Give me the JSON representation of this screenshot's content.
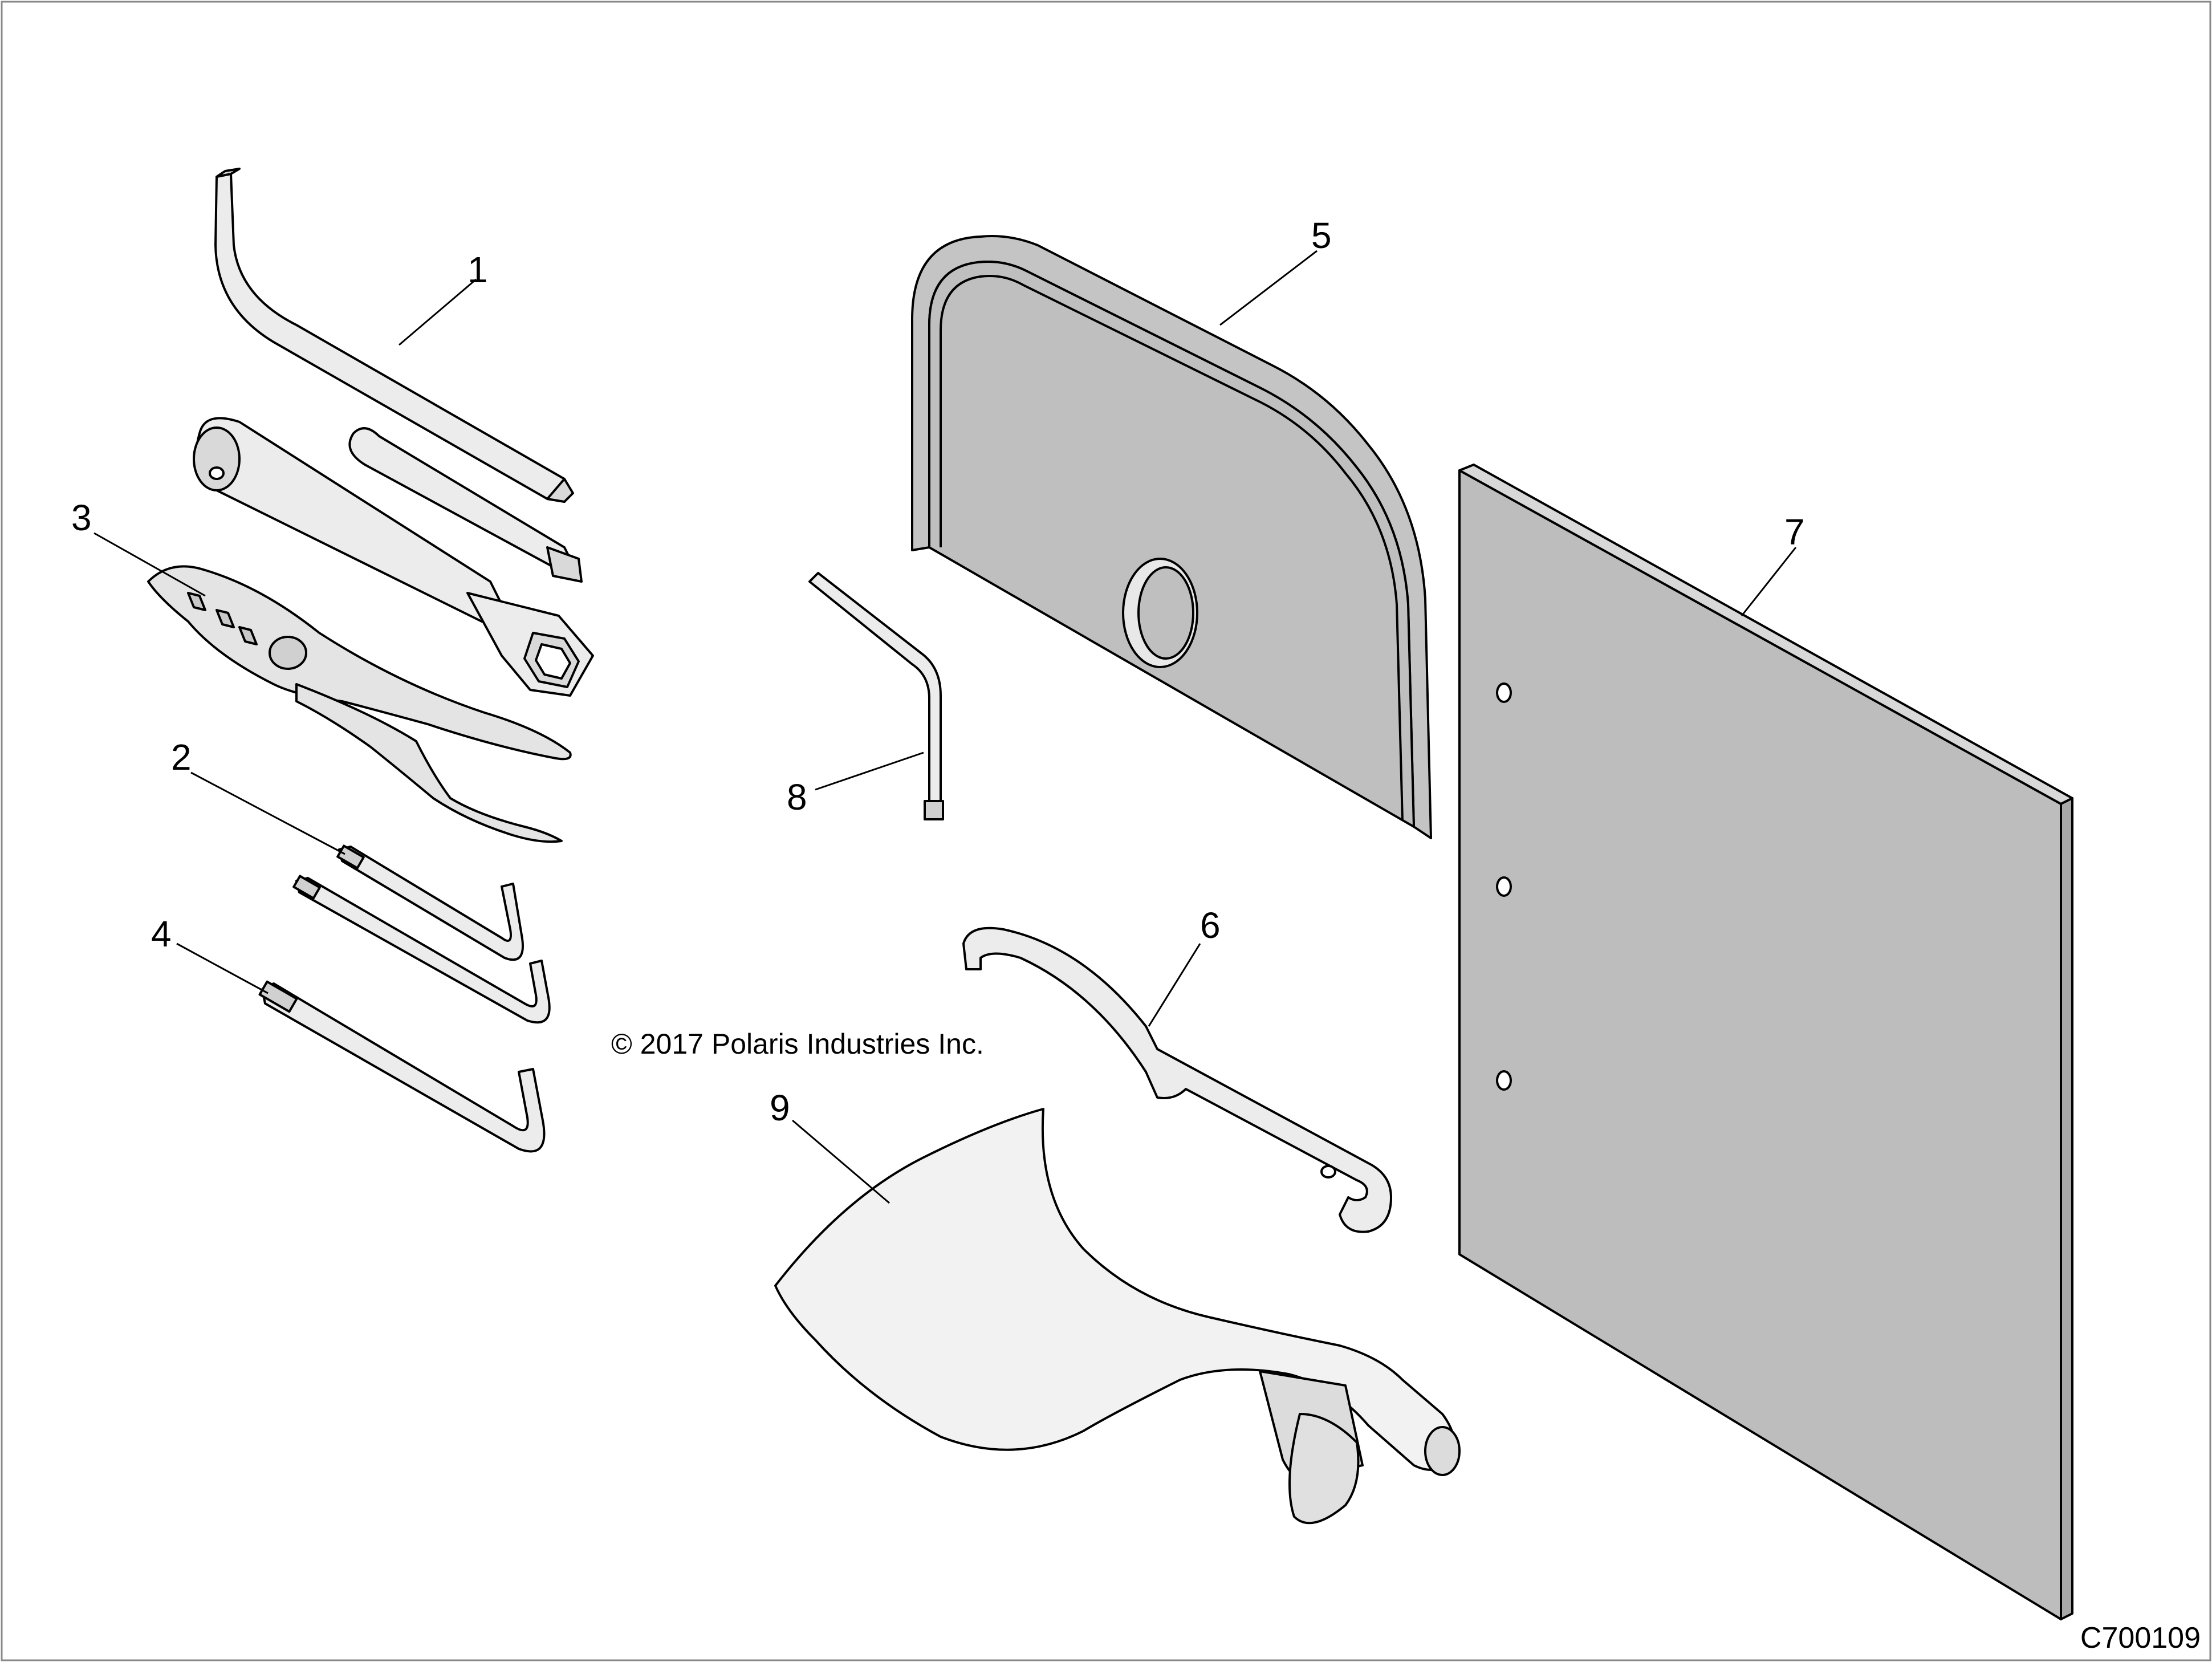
{
  "callouts": [
    "1",
    "2",
    "3",
    "4",
    "5",
    "6",
    "7",
    "8",
    "9"
  ],
  "copyright": "© 2017 Polaris Industries Inc.",
  "figure_id": "C700109",
  "colors": {
    "part_fill_light": "#ececec",
    "part_fill_mid": "#d9d9d9",
    "panel_fill": "#bdbdbd",
    "line": "#000000"
  }
}
